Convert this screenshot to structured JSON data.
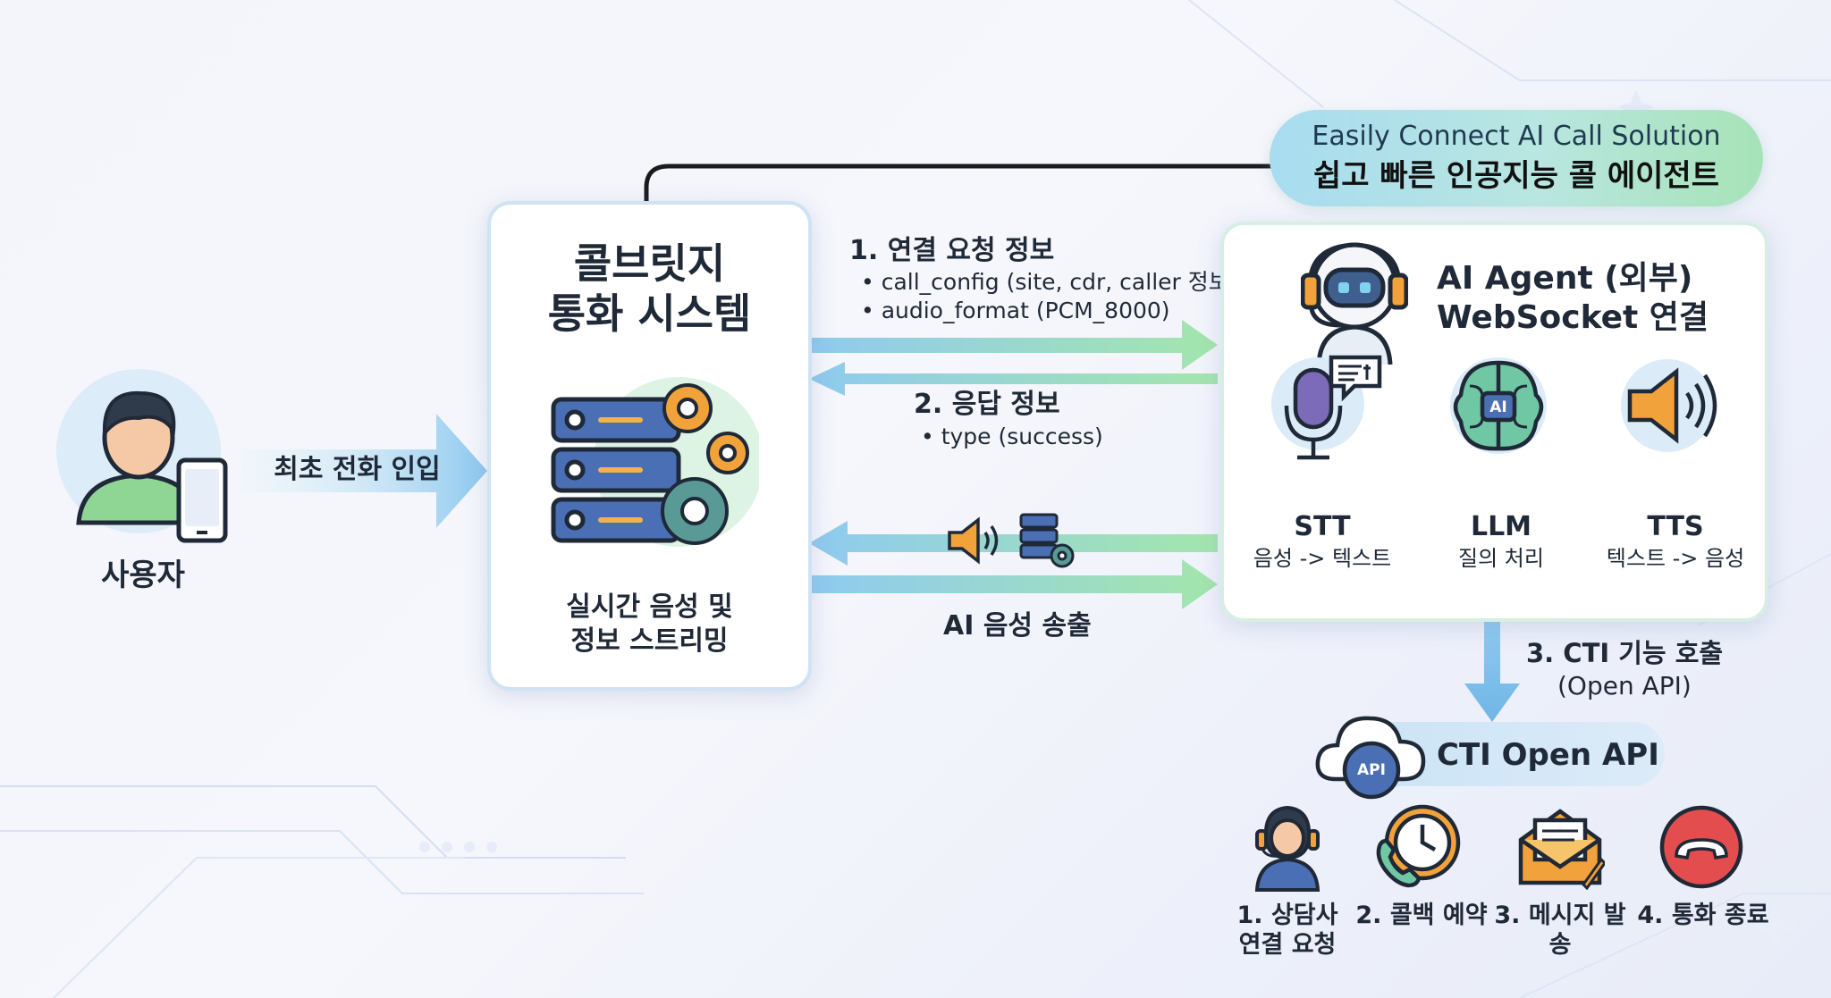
{
  "badge": {
    "line1": "Easily Connect AI Call Solution",
    "line2": "쉽고 빠른 인공지능 콜 에이전트"
  },
  "user": {
    "label": "사용자",
    "arrow_label": "최초 전화 인입"
  },
  "callbridge": {
    "title_line1": "콜브릿지",
    "title_line2": "통화 시스템",
    "caption_line1": "실시간 음성 및",
    "caption_line2": "정보 스트리밍"
  },
  "flows": {
    "connect": {
      "title": "1. 연결 요청 정보",
      "items": [
        "• call_config (site, cdr, caller 정보)",
        "• audio_format (PCM_8000)"
      ]
    },
    "response": {
      "title": "2. 응답 정보",
      "items": [
        "• type (success)"
      ]
    },
    "audio": {
      "title": "AI 음성 송출"
    },
    "cti_call": {
      "title": "3. CTI 기능 호출",
      "subtitle": "(Open API)"
    }
  },
  "agent": {
    "title_line1": "AI Agent (외부)",
    "title_line2": "WebSocket 연결",
    "stages": [
      {
        "name": "STT",
        "desc": "음성 -> 텍스트",
        "icon": "microphone-icon"
      },
      {
        "name": "LLM",
        "desc": "질의 처리",
        "icon": "ai-brain-icon"
      },
      {
        "name": "TTS",
        "desc": "텍스트 -> 음성",
        "icon": "speaker-icon"
      }
    ]
  },
  "cti": {
    "title": "CTI Open API",
    "icon_text": "API",
    "functions": [
      {
        "line1": "1. 상담사",
        "line2": "연결 요청",
        "icon": "headset-agent-icon"
      },
      {
        "line1": "2. 콜백 예약",
        "line2": "",
        "icon": "phone-clock-icon"
      },
      {
        "line1": "3. 메시지 발송",
        "line2": "",
        "icon": "envelope-icon"
      },
      {
        "line1": "4. 통화 종료",
        "line2": "",
        "icon": "hang-up-icon"
      }
    ]
  },
  "colors": {
    "arrow_blue": "#8ccbee",
    "arrow_green": "#9ee4a8",
    "primary_blue": "#4a6fb5",
    "teal": "#5a9a96",
    "orange": "#f2a23a",
    "end_red": "#e44d4d"
  }
}
